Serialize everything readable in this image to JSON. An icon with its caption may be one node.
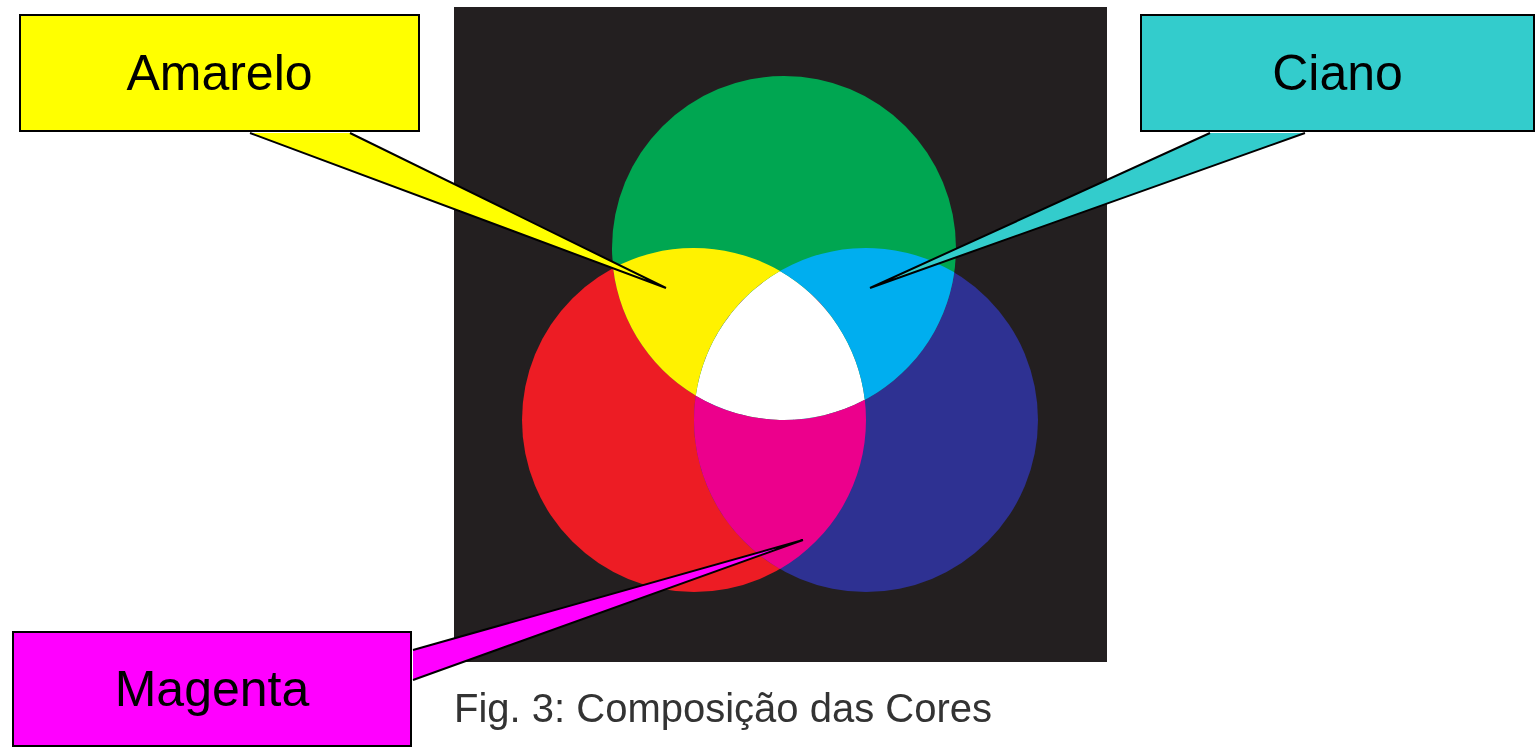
{
  "diagram": {
    "caption": "Fig. 3: Composição das Cores",
    "nodes": [
      {
        "text": [
          "Amarelo"
        ]
      },
      {
        "text": [
          "Ciano"
        ]
      },
      {
        "text": [
          "Magenta"
        ]
      },
      {
        "text": [],
        "shape": "picture"
      },
      {
        "text": [],
        "shape": "picture"
      },
      {
        "text": [],
        "shape": "picture"
      }
    ],
    "edges": [
      {
        "from": 0,
        "to": 3,
        "arrow": "none"
      },
      {
        "from": 1,
        "to": 4,
        "arrow": "none"
      },
      {
        "from": 2,
        "to": 5,
        "arrow": "none"
      }
    ]
  }
}
